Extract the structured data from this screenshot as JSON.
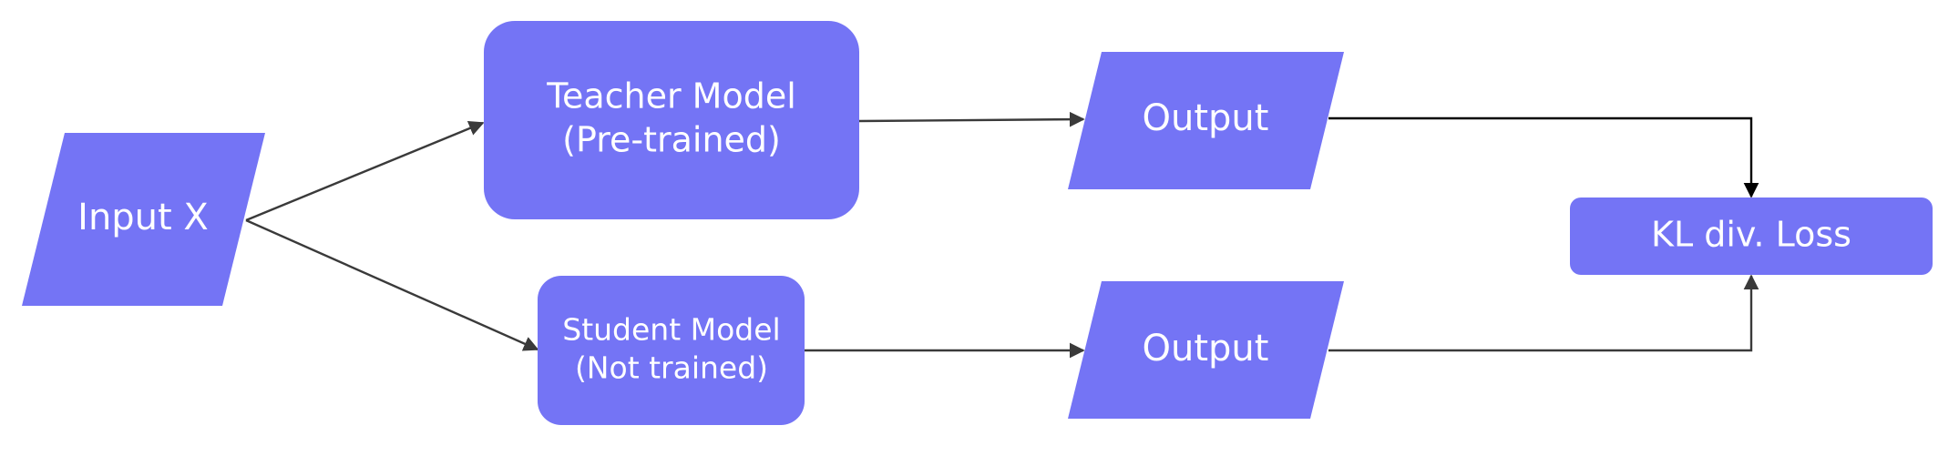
{
  "colors": {
    "node_fill": "#7474f5",
    "node_text": "#ffffff",
    "edge": "#3a3a3a",
    "edge_strong": "#000000",
    "background": "#ffffff"
  },
  "nodes": {
    "input": {
      "label": "Input X",
      "shape": "parallelogram"
    },
    "teacher": {
      "line1": "Teacher Model",
      "line2": "(Pre-trained)",
      "shape": "rounded-rectangle"
    },
    "student": {
      "line1": "Student Model",
      "line2": "(Not trained)",
      "shape": "rounded-rectangle"
    },
    "teacher_output": {
      "label": "Output",
      "shape": "parallelogram"
    },
    "student_output": {
      "label": "Output",
      "shape": "parallelogram"
    },
    "loss": {
      "label": "KL div. Loss",
      "shape": "rounded-rectangle"
    }
  },
  "edges": [
    {
      "from": "input",
      "to": "teacher"
    },
    {
      "from": "input",
      "to": "student"
    },
    {
      "from": "teacher",
      "to": "teacher_output"
    },
    {
      "from": "student",
      "to": "student_output"
    },
    {
      "from": "teacher_output",
      "to": "loss"
    },
    {
      "from": "student_output",
      "to": "loss"
    }
  ]
}
